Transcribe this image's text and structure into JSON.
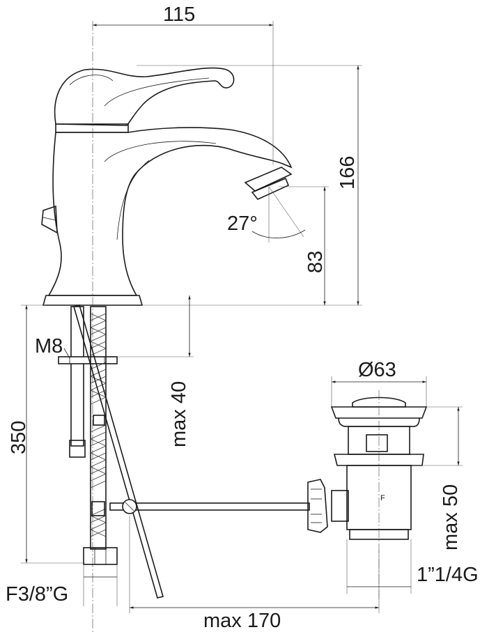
{
  "dimensions": {
    "top_width": "115",
    "total_height": "166",
    "spout_height": "83",
    "spout_angle": "27°",
    "rod_thread": "M8",
    "hose_length": "350",
    "deck_thickness": "max 40",
    "drain_diameter": "Ø63",
    "drain_height": "max 50",
    "drain_thread": "1”1/4G",
    "hose_connection": "F3/8”G",
    "rod_reach": "max 170"
  },
  "marks": {
    "drain_letter": "F"
  },
  "icons": {
    "arrowheads": "arrow-icon"
  }
}
